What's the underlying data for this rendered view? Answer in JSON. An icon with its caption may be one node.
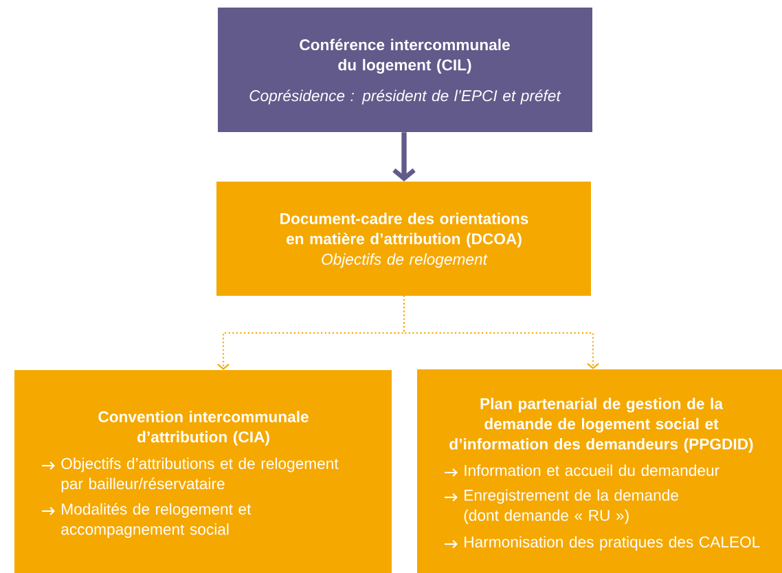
{
  "diagram": {
    "nodes": [
      {
        "text": [
          "Conférence intercommunale du logement (CIL)",
          "Coprésidence : président de l’EPCI et préfet"
        ]
      },
      {
        "text": [
          "Document-cadre des orientations en matière d’attribution (DCOA)",
          "Objectifs de relogement"
        ]
      },
      {
        "text": [
          "Convention intercommunale d’attribution (CIA)",
          "Objectifs d’attributions et de relogement par bailleur/réservataire",
          "Modalités de relogement et accompagnement social"
        ]
      },
      {
        "text": [
          "Plan partenarial de gestion de la demande de logement social et d’information des demandeurs (PPGDID)",
          "Information et accueil du demandeur",
          "Enregistrement de la demande (dont demande « RU »)",
          "Harmonisation des pratiques des CALEOL"
        ]
      }
    ],
    "edges": [
      {
        "from": 0,
        "to": 1,
        "arrow": "to",
        "style": "thick",
        "color": "#625a8a"
      },
      {
        "from": 1,
        "to": 2,
        "arrow": "to",
        "style": "dashed"
      },
      {
        "from": 1,
        "to": 3,
        "arrow": "to",
        "style": "dashed"
      }
    ]
  }
}
